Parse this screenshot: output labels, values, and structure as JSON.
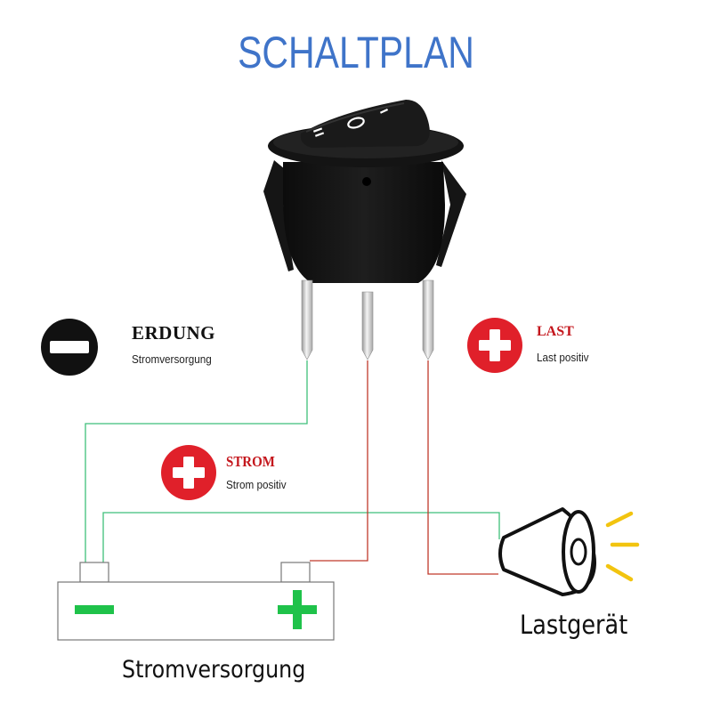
{
  "title": "SCHALTPLAN",
  "colors": {
    "title": "#3f74c9",
    "ground_badge": "#111111",
    "positive_badge": "#e0202a",
    "label_red": "#c4161c",
    "plus_minus_green": "#1fc24a",
    "wire_green": "#3fbf7a",
    "wire_red": "#c0392b",
    "horn_ray": "#f2c40f"
  },
  "terminals": {
    "ground": {
      "icon": "minus-circle-icon",
      "heading": "ERDUNG",
      "sub": "Stromversorgung"
    },
    "load": {
      "icon": "plus-circle-icon",
      "heading": "LAST",
      "sub": "Last positiv"
    },
    "power": {
      "icon": "plus-circle-icon",
      "heading": "STROM",
      "sub": "Strom positiv"
    }
  },
  "battery": {
    "negative_symbol": "−",
    "positive_symbol": "+",
    "caption": "Stromversorgung"
  },
  "load_device": {
    "icon": "horn-icon",
    "caption": "Lastgerät"
  },
  "switch": {
    "icon": "rocker-switch-icon",
    "markings": [
      "II",
      "O",
      "I"
    ]
  }
}
